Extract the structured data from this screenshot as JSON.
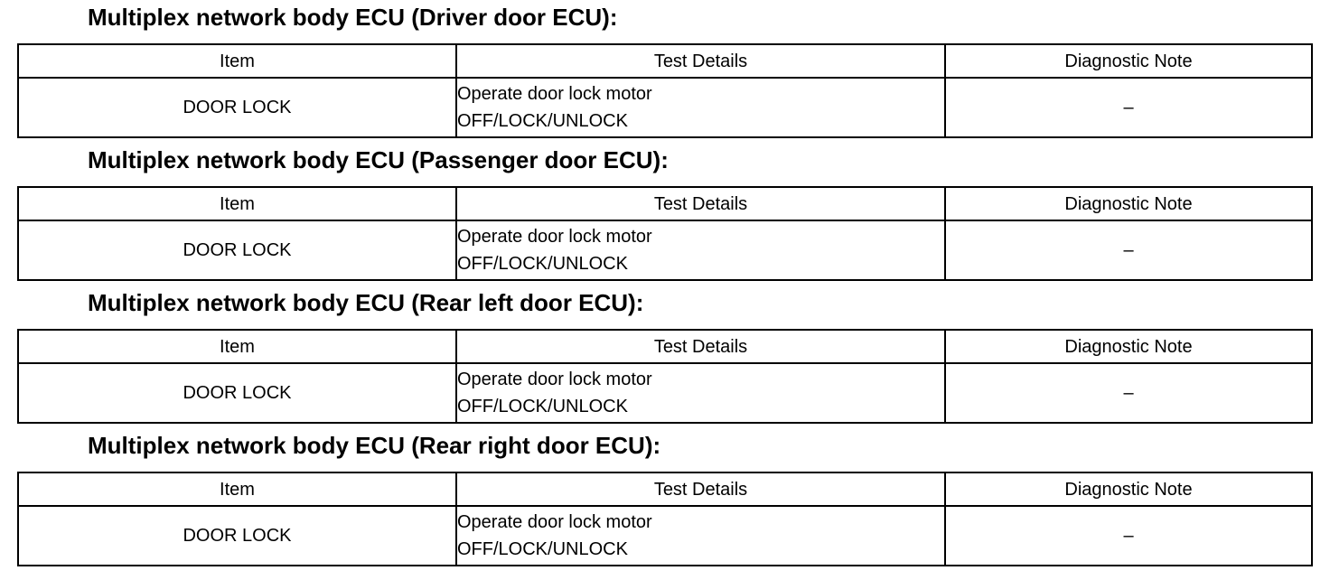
{
  "headers": {
    "item": "Item",
    "test_details": "Test Details",
    "diagnostic_note": "Diagnostic Note"
  },
  "sections": [
    {
      "title": "Multiplex network body ECU (Driver door ECU):",
      "row": {
        "item": "DOOR LOCK",
        "details_line1": "Operate door lock motor",
        "details_line2": "OFF/LOCK/UNLOCK",
        "note": "–"
      }
    },
    {
      "title": "Multiplex network body ECU (Passenger door ECU):",
      "row": {
        "item": "DOOR LOCK",
        "details_line1": "Operate door lock motor",
        "details_line2": "OFF/LOCK/UNLOCK",
        "note": "–"
      }
    },
    {
      "title": "Multiplex network body ECU (Rear left door ECU):",
      "row": {
        "item": "DOOR LOCK",
        "details_line1": "Operate door lock motor",
        "details_line2": "OFF/LOCK/UNLOCK",
        "note": "–"
      }
    },
    {
      "title": "Multiplex network body ECU (Rear right door ECU):",
      "row": {
        "item": "DOOR LOCK",
        "details_line1": "Operate door lock motor",
        "details_line2": "OFF/LOCK/UNLOCK",
        "note": "–"
      }
    }
  ]
}
